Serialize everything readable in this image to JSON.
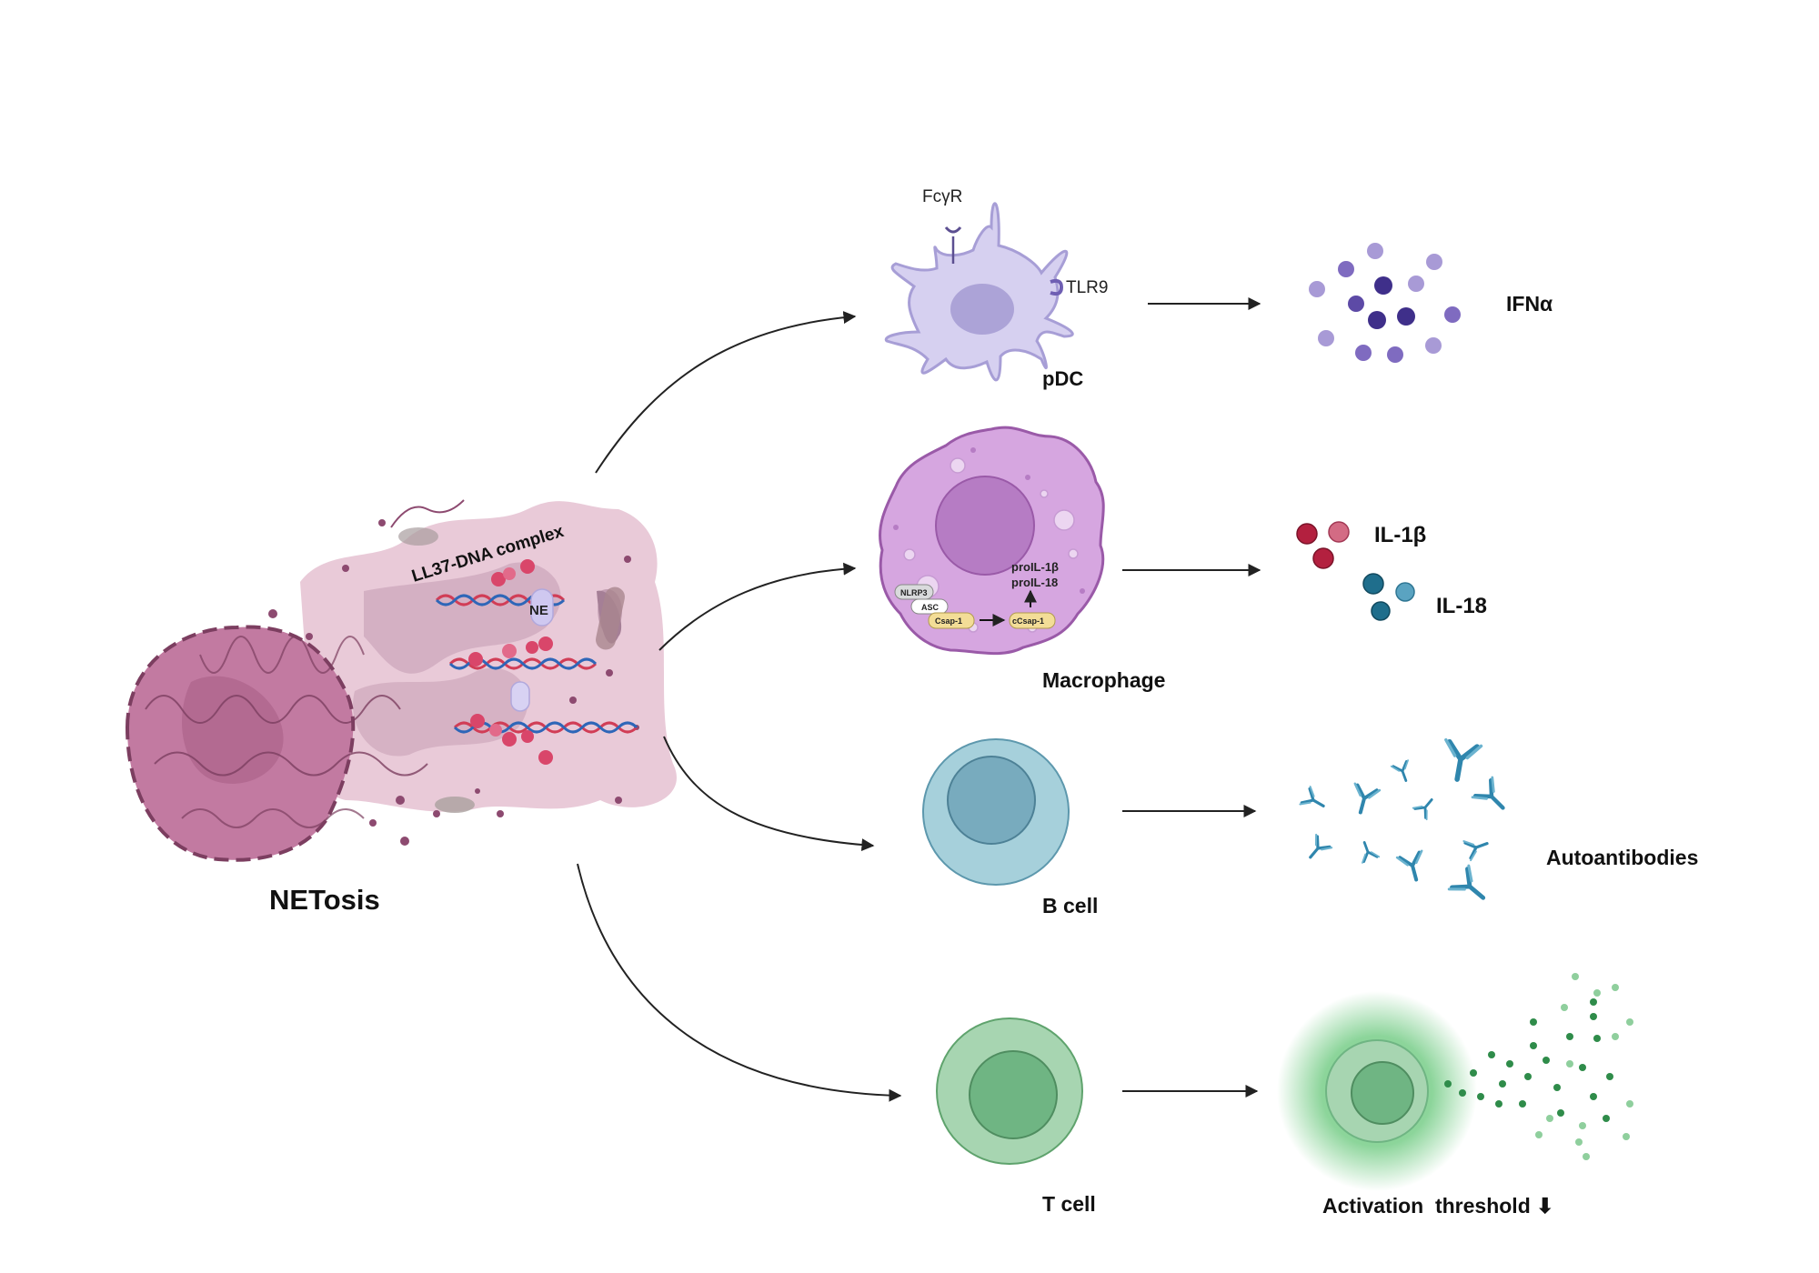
{
  "netosis": {
    "title": "NETosis",
    "complex_label": "LL37-DNA complex",
    "ne_label": "NE"
  },
  "pdc": {
    "label": "pDC",
    "receptor_fc": "FcγR",
    "receptor_tlr": "TLR9",
    "output": "IFNα"
  },
  "macrophage": {
    "label": "Macrophage",
    "nlrp3": "NLRP3",
    "asc": "ASC",
    "csap": "Csap-1",
    "ccsap": "cCsap-1",
    "pro1": "proIL-1β",
    "pro2": "proIL-18",
    "output1": "IL-1β",
    "output2": "IL-18"
  },
  "bcell": {
    "label": "B cell",
    "output": "Autoantibodies"
  },
  "tcell": {
    "label": "T cell",
    "output": "Activation  threshold ⬇"
  },
  "colors": {
    "netosis": "#b9668f",
    "pdc": "#c9c3ea",
    "macrophage": "#cf9ad8",
    "bcell": "#9fcad6",
    "tcell": "#a6d3ad",
    "ifn": "#4b3a96",
    "il1b": "#b3203f",
    "il18": "#1f6e8c",
    "antibody": "#2f86ad",
    "tcell_particles": "#2f8c4a"
  },
  "icons": [
    "dna-strand-icon",
    "antibody-icon",
    "cytokine-dot-icon",
    "arrow-icon"
  ]
}
